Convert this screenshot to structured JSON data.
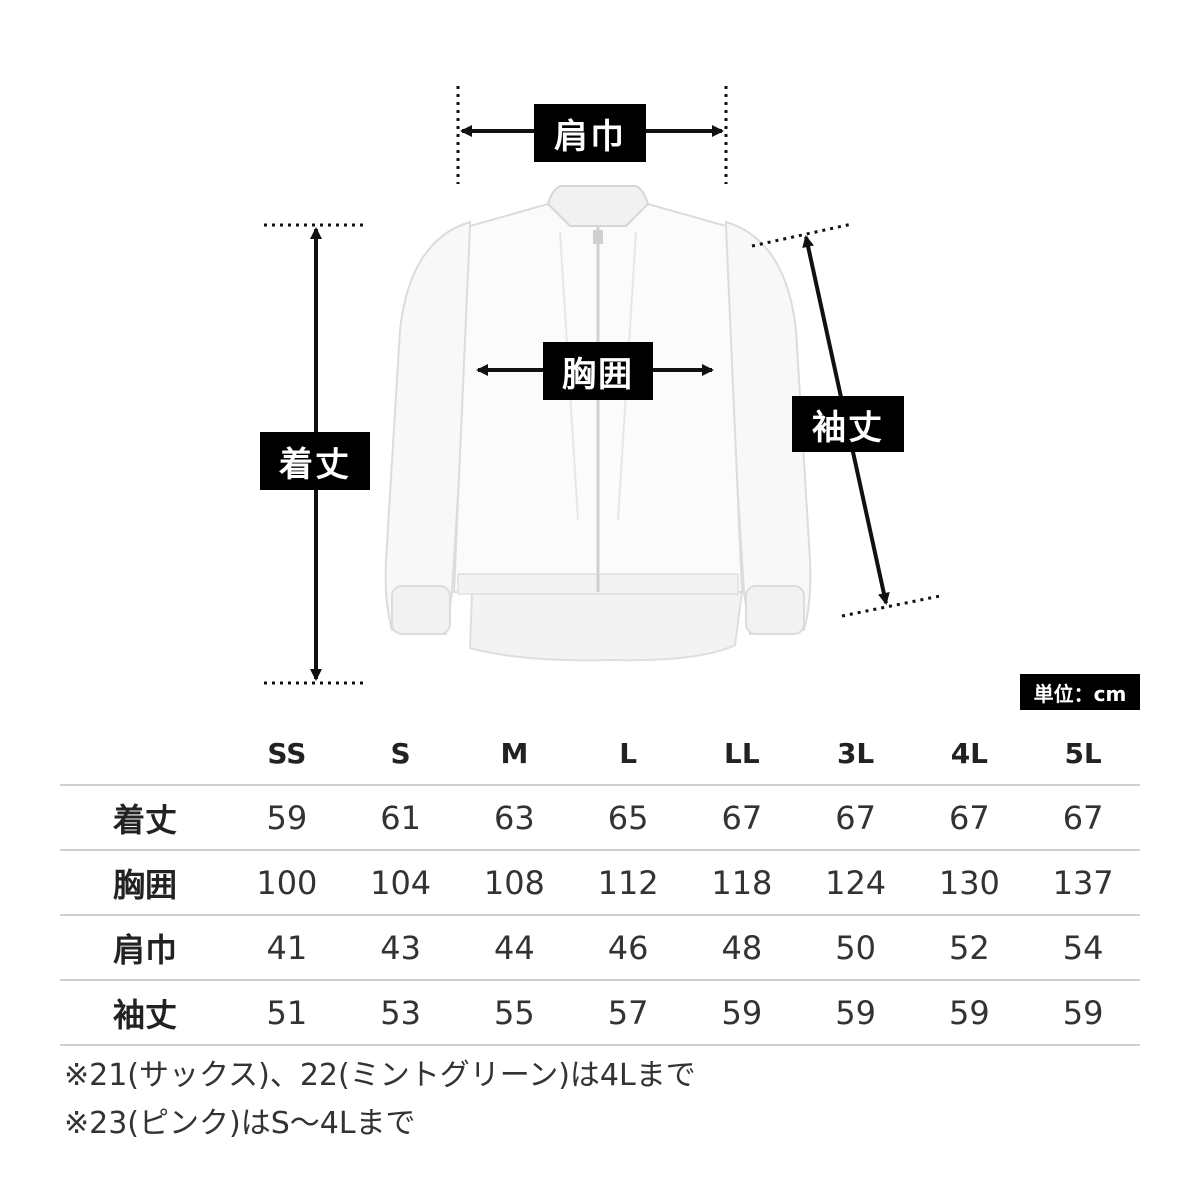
{
  "labels": {
    "shoulder": "肩巾",
    "chest": "胸囲",
    "length": "着丈",
    "sleeve": "袖丈"
  },
  "unit": "単位：cm",
  "table": {
    "sizes": [
      "SS",
      "S",
      "M",
      "L",
      "LL",
      "3L",
      "4L",
      "5L"
    ],
    "rows": [
      {
        "name": "着丈",
        "values": [
          "59",
          "61",
          "63",
          "65",
          "67",
          "67",
          "67",
          "67"
        ]
      },
      {
        "name": "胸囲",
        "values": [
          "100",
          "104",
          "108",
          "112",
          "118",
          "124",
          "130",
          "137"
        ]
      },
      {
        "name": "肩巾",
        "values": [
          "41",
          "43",
          "44",
          "46",
          "48",
          "50",
          "52",
          "54"
        ]
      },
      {
        "name": "袖丈",
        "values": [
          "51",
          "53",
          "55",
          "57",
          "59",
          "59",
          "59",
          "59"
        ]
      }
    ]
  },
  "notes": [
    "※21(サックス)、22(ミントグリーン)は4Lまで",
    "※23(ピンク)はS〜4Lまで"
  ],
  "colors": {
    "label_bg": "#000000",
    "garment": "#f7f7f7",
    "rule": "#cfcfcf"
  }
}
